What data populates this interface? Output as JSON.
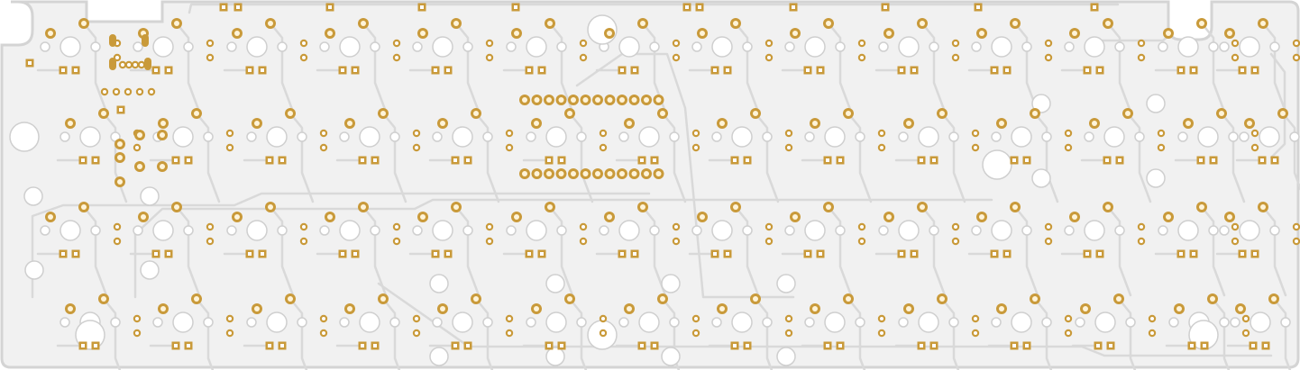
{
  "board": {
    "colors": {
      "substrate": "#f1f1f1",
      "outline": "#d4d4d4",
      "trace": "#d9d9d9",
      "copper": "#c99a3a",
      "copper_inner": "#e2b65a",
      "hole": "#ffffff",
      "hole_ring": "#cfcfcf"
    },
    "grid": {
      "rows": 4,
      "columns": 14,
      "rows_stagger": [
        0,
        1,
        0,
        1
      ]
    },
    "mounting_holes": 14,
    "microcontroller_pins_per_row": 12
  }
}
